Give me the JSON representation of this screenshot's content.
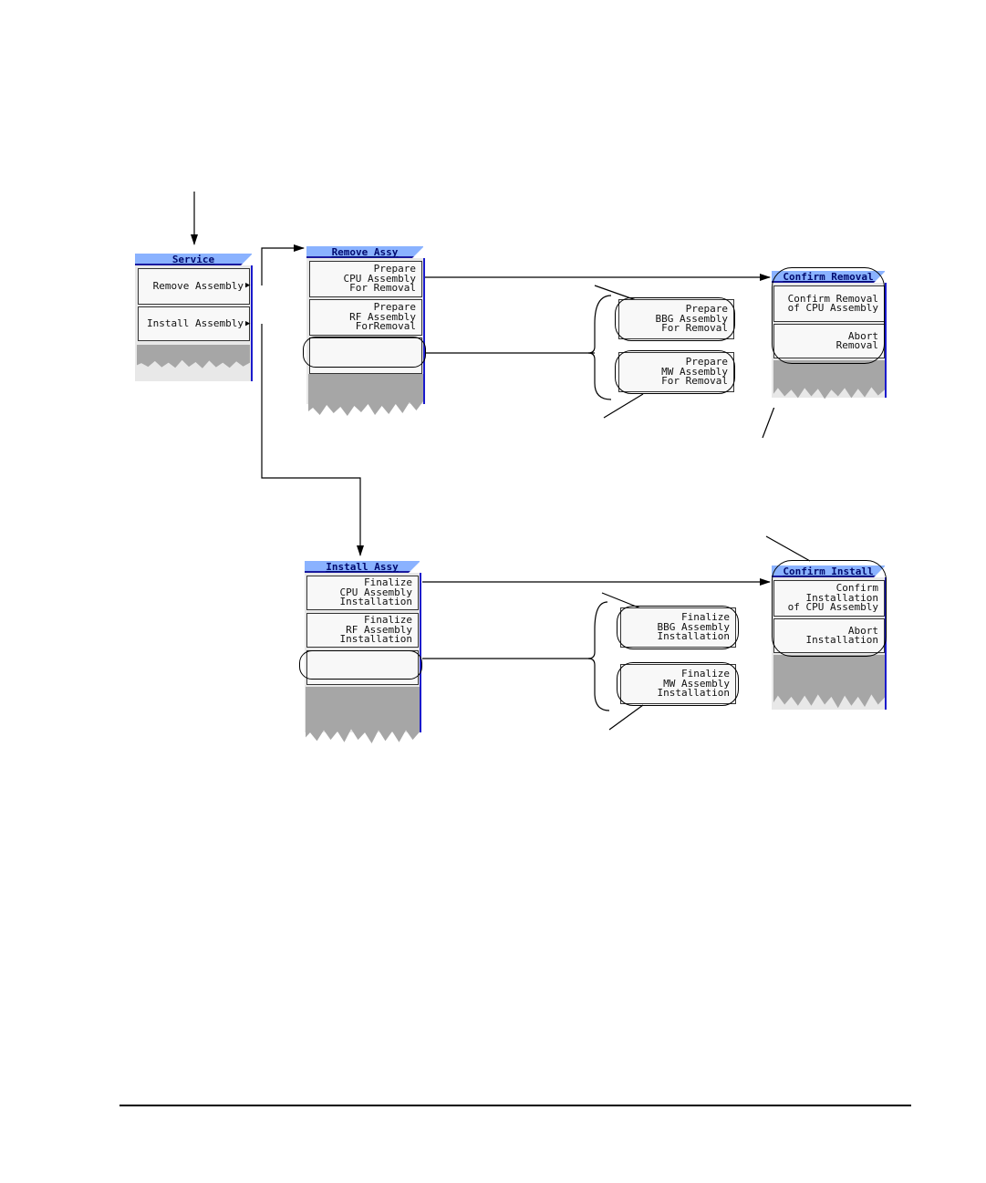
{
  "service_menu": {
    "title": "Service",
    "keys": [
      {
        "lines": [
          "Remove Assembly"
        ]
      },
      {
        "lines": [
          "Install Assembly"
        ]
      }
    ]
  },
  "remove_menu": {
    "title": "Remove Assy",
    "keys": [
      {
        "lines": [
          "Prepare",
          "CPU Assembly",
          "For Removal"
        ]
      },
      {
        "lines": [
          "Prepare",
          "RF Assembly",
          "ForRemoval"
        ]
      },
      {
        "lines": [
          ""
        ]
      }
    ]
  },
  "remove_options": [
    {
      "lines": [
        "Prepare",
        "BBG Assembly",
        "For Removal"
      ]
    },
    {
      "lines": [
        "Prepare",
        "MW Assembly",
        "For Removal"
      ]
    }
  ],
  "confirm_removal_menu": {
    "title": "Confirm Removal",
    "keys": [
      {
        "lines": [
          "Confirm Removal",
          "of CPU Assembly"
        ]
      },
      {
        "lines": [
          "Abort",
          "Removal"
        ]
      }
    ]
  },
  "install_menu": {
    "title": "Install Assy",
    "keys": [
      {
        "lines": [
          "Finalize",
          "CPU Assembly",
          "Installation"
        ]
      },
      {
        "lines": [
          "Finalize",
          "RF Assembly",
          "Installation"
        ]
      },
      {
        "lines": [
          ""
        ]
      }
    ]
  },
  "install_options": [
    {
      "lines": [
        "Finalize",
        "BBG Assembly",
        "Installation"
      ]
    },
    {
      "lines": [
        "Finalize",
        "MW Assembly",
        "Installation"
      ]
    }
  ],
  "confirm_install_menu": {
    "title": "Confirm Install",
    "keys": [
      {
        "lines": [
          "Confirm",
          "Installation",
          "of CPU Assembly"
        ]
      },
      {
        "lines": [
          "Abort",
          "Installation"
        ]
      }
    ]
  },
  "colors": {
    "title_bar": "#8ab2ff",
    "title_text": "#000a6e",
    "scroll_edge": "#1a1acc",
    "torn_gray": "#a6a6a6"
  }
}
